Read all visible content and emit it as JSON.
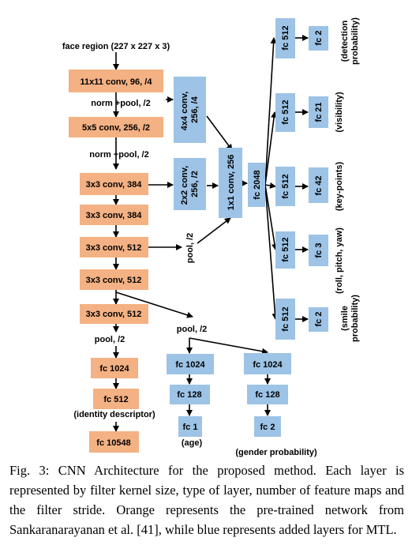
{
  "diagram": {
    "input_label": "face region (227 x 227 x 3)",
    "orange_layers": [
      "11x11 conv, 96, /4",
      "5x5 conv, 256, /2",
      "3x3 conv, 384",
      "3x3 conv, 384",
      "3x3 conv, 512",
      "3x3 conv, 512",
      "3x3 conv, 512",
      "fc 1024",
      "fc 512",
      "fc 10548"
    ],
    "pool_labels": {
      "after_conv1": "norm +pool, /2",
      "after_conv2": "norm +pool, /2",
      "after_conv7": "pool, /2",
      "branch_conv5": "pool, /2",
      "branch_conv6": "pool, /2"
    },
    "identity_label": "(identity descriptor)",
    "fusion_layers": {
      "conv_4x4": "4x4 conv, 256, /4",
      "conv_2x2": "2x2 conv, 256, /2",
      "conv_1x1": "1x1 conv, 256",
      "fc_shared": "fc 2048"
    },
    "task_heads": [
      {
        "fc": "fc 512",
        "out": "fc 2",
        "label": "(detection probability)"
      },
      {
        "fc": "fc 512",
        "out": "fc 21",
        "label": "(visibility)"
      },
      {
        "fc": "fc 512",
        "out": "fc 42",
        "label": "(key-points)"
      },
      {
        "fc": "fc 512",
        "out": "fc 3",
        "label": "(roll, pitch, yaw)"
      },
      {
        "fc": "fc 512",
        "out": "fc 2",
        "label": "(smile probability)"
      }
    ],
    "age_branch": {
      "fc1": "fc 1024",
      "fc2": "fc 128",
      "fc3": "fc 1",
      "label": "(age)"
    },
    "gender_branch": {
      "fc1": "fc 1024",
      "fc2": "fc 128",
      "fc3": "fc 2",
      "label": "(gender probability)"
    }
  },
  "caption": "Fig. 3: CNN Architecture for the proposed method. Each layer is represented by filter kernel size, type of layer, number of feature maps and the filter stride. Orange represents the pre-trained network from Sankaranarayanan et al. [41], while blue represents added layers for MTL.",
  "colors": {
    "orange": "#f4b183",
    "blue": "#9dc3e6"
  }
}
